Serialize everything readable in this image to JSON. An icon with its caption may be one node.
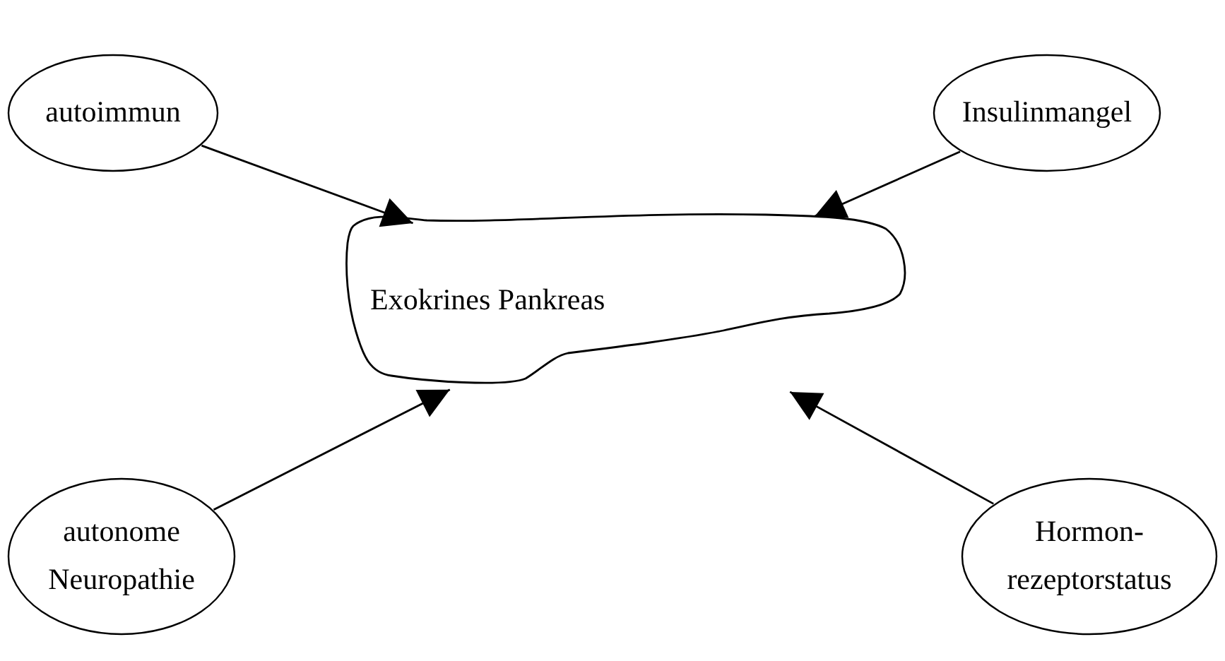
{
  "diagram": {
    "nodes": [
      {
        "text": [
          "autoimmun"
        ]
      },
      {
        "text": [
          "Insulinmangel"
        ]
      },
      {
        "text": [
          "Exokrines Pankreas"
        ]
      },
      {
        "text": [
          "autonome Neuropathie"
        ]
      },
      {
        "text": [
          "Hormon- rezeptorstatus"
        ]
      }
    ],
    "edges": [
      {
        "from": 0,
        "to": 2,
        "arrow": "to"
      },
      {
        "from": 1,
        "to": 2,
        "arrow": "to"
      },
      {
        "from": 3,
        "to": 2,
        "arrow": "to"
      },
      {
        "from": 4,
        "to": 2,
        "arrow": "to"
      }
    ]
  }
}
